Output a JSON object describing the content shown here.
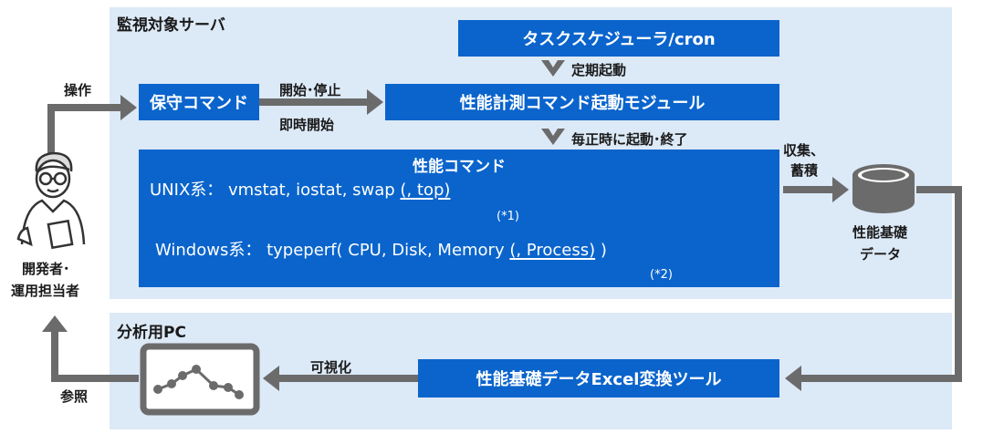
{
  "server": {
    "title": "監視対象サーバ",
    "scheduler": "タスクスケジューラ/cron",
    "periodic_label": "定期起動",
    "maintenance_cmd": "保守コマンド",
    "start_stop_label": "開始･停止",
    "immediate_label": "即時開始",
    "launcher_module": "性能計測コマンド起動モジュール",
    "hourly_label": "毎正時に起動･終了",
    "perf": {
      "title": "性能コマンド",
      "unix_prefix": "UNIX系： vmstat, iostat, swap ",
      "unix_opt": "(, top)",
      "unix_note": "(*1)",
      "win_prefix": "Windows系： typeperf( CPU, Disk, Memory ",
      "win_opt": "(, Process)",
      "win_suffix": " )",
      "win_note": "(*2)"
    }
  },
  "collect_label_1": "収集、",
  "collect_label_2": "蓄積",
  "db_label_1": "性能基礎",
  "db_label_2": "データ",
  "pc": {
    "title": "分析用PC",
    "tool": "性能基礎データExcel変換ツール",
    "visualize_label": "可視化"
  },
  "person": {
    "line1": "開発者･",
    "line2": "運用担当者"
  },
  "operate_label": "操作",
  "reference_label": "参照",
  "colors": {
    "box_blue": "#0a64cc",
    "region_bg": "#dce9f7",
    "arrow_gray": "#6b6b6b"
  }
}
